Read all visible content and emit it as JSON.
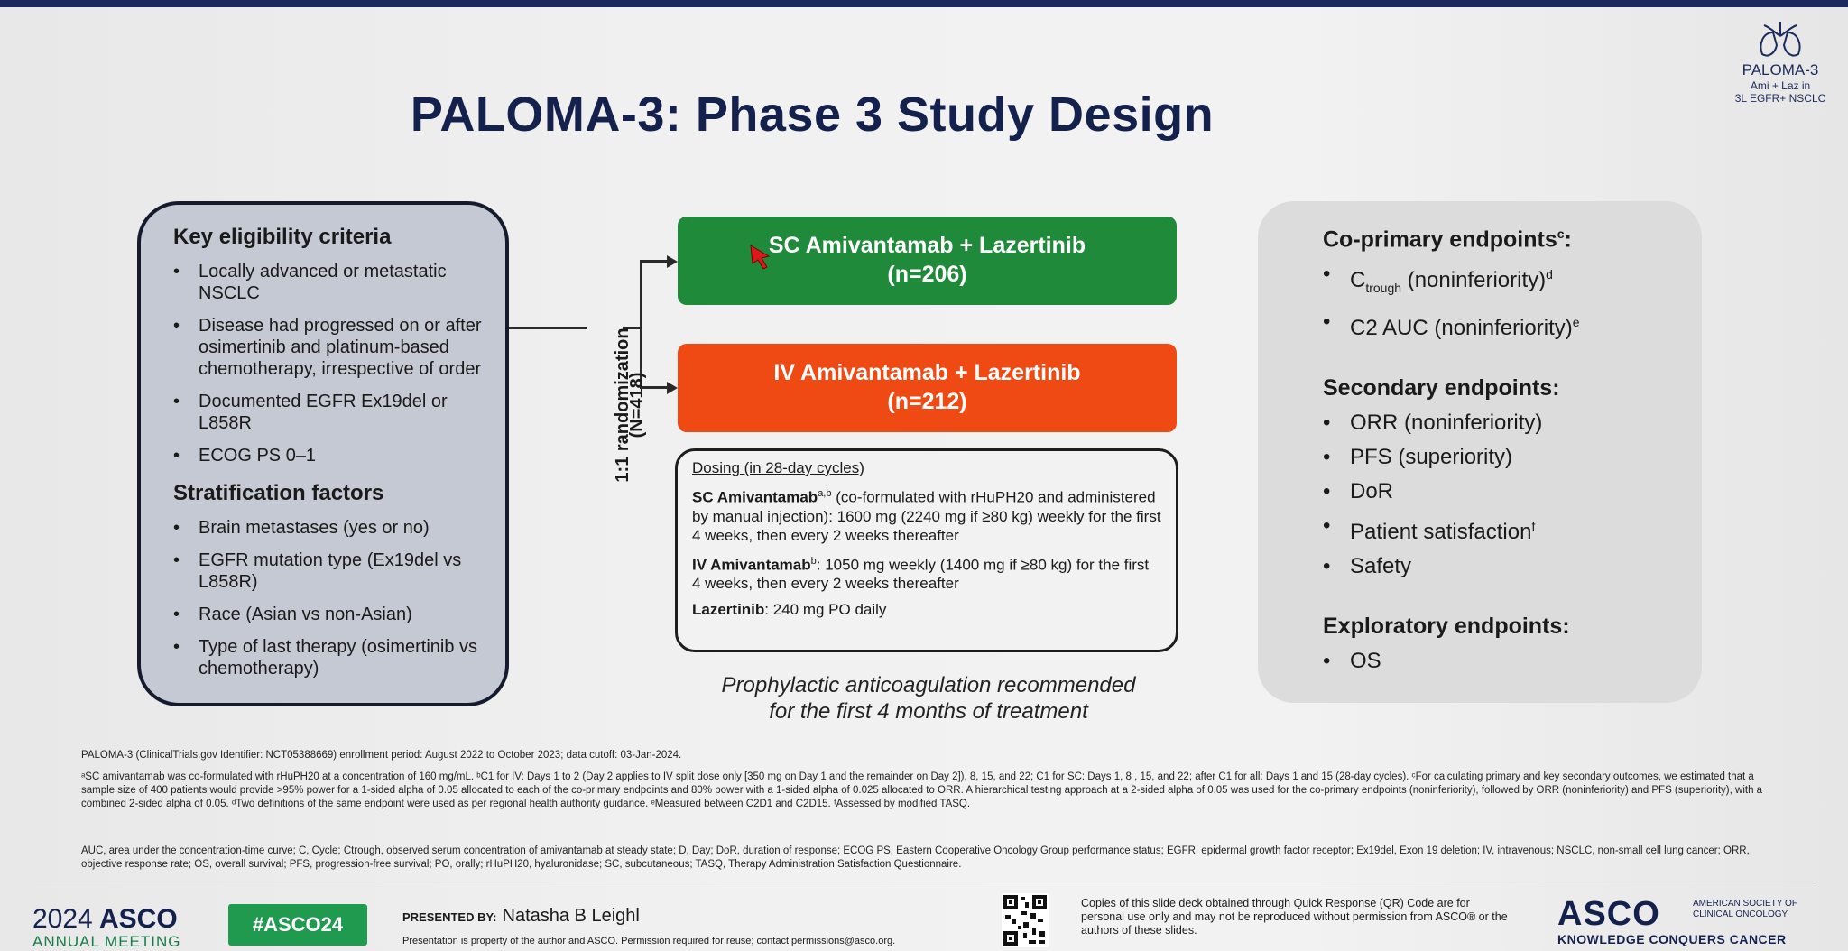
{
  "title": "PALOMA-3: Phase 3 Study Design",
  "badge": {
    "line1": "PALOMA-3",
    "line2": "Ami + Laz in",
    "line3": "3L EGFR+ NSCLC"
  },
  "eligibility": {
    "heading": "Key eligibility criteria",
    "items": [
      "Locally advanced or metastatic NSCLC",
      "Disease had progressed on or after osimertinib and platinum-based chemotherapy, irrespective of order",
      "Documented EGFR Ex19del or L858R",
      "ECOG PS 0–1"
    ],
    "strat_heading": "Stratification factors",
    "strat_items": [
      "Brain metastases (yes or no)",
      "EGFR mutation type (Ex19del vs L858R)",
      "Race (Asian vs non-Asian)",
      "Type of last therapy (osimertinib vs chemotherapy)"
    ]
  },
  "randomization": {
    "line1": "1:1 randomization",
    "line2": "(N=418)"
  },
  "arms": {
    "sc": {
      "label": "SC Amivantamab + Lazertinib",
      "n": "(n=206)"
    },
    "iv": {
      "label": "IV Amivantamab + Lazertinib",
      "n": "(n=212)"
    }
  },
  "dosing": {
    "heading": "Dosing (in 28-day cycles)",
    "sc_name": "SC Amivantamab",
    "sc_sup": "a,b",
    "sc_text": " (co-formulated with rHuPH20 and administered by manual injection): 1600 mg (2240 mg if ≥80 kg) weekly for the first 4 weeks, then every 2 weeks thereafter",
    "iv_name": "IV Amivantamab",
    "iv_sup": "b",
    "iv_text": ": 1050 mg weekly (1400 mg if ≥80 kg) for the first 4 weeks, then every 2 weeks thereafter",
    "laz_name": "Lazertinib",
    "laz_text": ": 240 mg PO daily"
  },
  "prophylaxis": {
    "line1": "Prophylactic anticoagulation recommended",
    "line2": "for the first 4 months of treatment"
  },
  "endpoints": {
    "coprimary_heading": "Co-primary endpoints",
    "coprimary_sup": "c",
    "coprimary_suffix": ":",
    "ctrough_c": "C",
    "ctrough_sub": "trough",
    "ctrough_text": " (noninferiority)",
    "ctrough_sup": "d",
    "auc_text": "C2 AUC (noninferiority)",
    "auc_sup": "e",
    "secondary_heading": "Secondary endpoints:",
    "secondary_items": [
      "ORR (noninferiority)",
      "PFS (superiority)",
      "DoR"
    ],
    "patient_sat": "Patient satisfaction",
    "patient_sat_sup": "f",
    "safety": "Safety",
    "exploratory_heading": "Exploratory endpoints:",
    "exploratory_items": [
      "OS"
    ]
  },
  "footnotes": {
    "line1": "PALOMA-3 (ClinicalTrials.gov Identifier: NCT05388669) enrollment period: August 2022 to October 2023; data cutoff: 03-Jan-2024.",
    "line2": "ᵃSC amivantamab was co-formulated with rHuPH20 at a concentration of 160 mg/mL. ᵇC1 for IV: Days 1 to 2 (Day 2 applies to IV split dose only [350 mg on Day 1 and the remainder on Day 2]), 8, 15, and 22; C1 for SC: Days 1, 8 , 15, and 22; after C1 for all: Days 1 and 15 (28-day cycles). ᶜFor calculating primary and key secondary outcomes, we estimated that a sample size of 400 patients would provide >95% power for a 1-sided alpha of 0.05 allocated to each of the co-primary endpoints and 80% power with a 1-sided alpha of 0.025 allocated to ORR. A hierarchical testing approach at a 2-sided alpha of 0.05 was used for the co-primary endpoints (noninferiority), followed by ORR (noninferiority) and PFS (superiority), with a combined 2-sided alpha of 0.05. ᵈTwo definitions of the same endpoint were used as per regional health authority guidance. ᵉMeasured between C2D1 and C2D15. ᶠAssessed by modified TASQ.",
    "line3": "AUC, area under the concentration-time curve; C, Cycle; Ctrough, observed serum concentration of amivantamab at steady state; D, Day; DoR, duration of response; ECOG PS, Eastern Cooperative Oncology Group performance status; EGFR, epidermal growth factor receptor; Ex19del, Exon 19 deletion; IV, intravenous; NSCLC, non-small cell lung cancer; ORR, objective response rate; OS, overall survival; PFS, progression-free survival; PO, orally; rHuPH20, hyaluronidase; SC, subcutaneous; TASQ, Therapy Administration Satisfaction Questionnaire."
  },
  "footer": {
    "year": "2024",
    "asco": "ASCO",
    "annual_meeting": "ANNUAL MEETING",
    "hashtag": "#ASCO24",
    "presented_by": "PRESENTED BY:",
    "presenter": "Natasha B Leighl",
    "property": "Presentation is property of the author and ASCO. Permission required for reuse; contact permissions@asco.org.",
    "qr_text": "Copies of this slide deck obtained through Quick Response (QR) Code are for personal use only and may not be reproduced without permission from ASCO® or the authors of these slides.",
    "logo": "ASCO",
    "society": "AMERICAN SOCIETY OF CLINICAL ONCOLOGY",
    "tagline": "KNOWLEDGE CONQUERS CANCER"
  },
  "colors": {
    "sc_arm": "#1f8a3a",
    "iv_arm": "#f04a14",
    "title": "#14214d",
    "hashtag_bg": "#1f9a4f"
  }
}
